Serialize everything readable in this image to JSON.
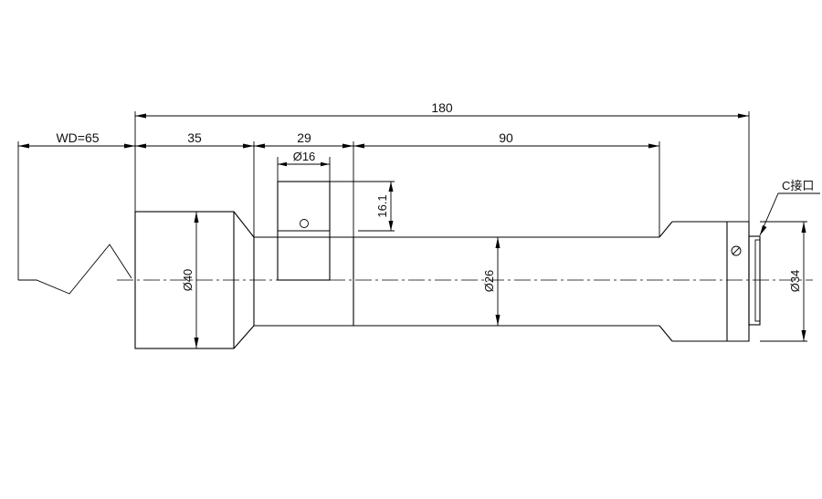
{
  "drawing": {
    "dimensions": {
      "total_length": "180",
      "working_distance": "WD=65",
      "front_length": "35",
      "mid_length": "29",
      "rear_length": "90",
      "mount_diameter": "Ø16",
      "mount_height": "16.1",
      "front_diameter": "Ø40",
      "tube_diameter": "Ø26",
      "rear_diameter": "Ø34"
    },
    "callouts": {
      "c_mount": "C接口"
    }
  }
}
